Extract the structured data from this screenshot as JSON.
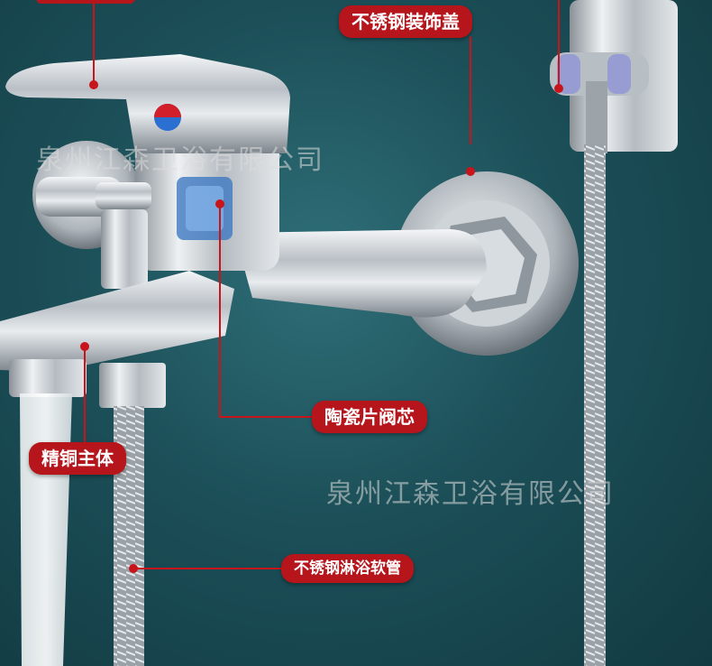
{
  "labels": {
    "cover": "不锈钢装饰盖",
    "cartridge": "陶瓷片阀芯",
    "body": "精铜主体",
    "hose": "不锈钢淋浴软管"
  },
  "watermark": "泉州江森卫浴有限公司",
  "colors": {
    "callout_bg": "#b5151b",
    "background": "#1c4f58",
    "chrome": "#c9ced3",
    "line": "#c8141b"
  }
}
